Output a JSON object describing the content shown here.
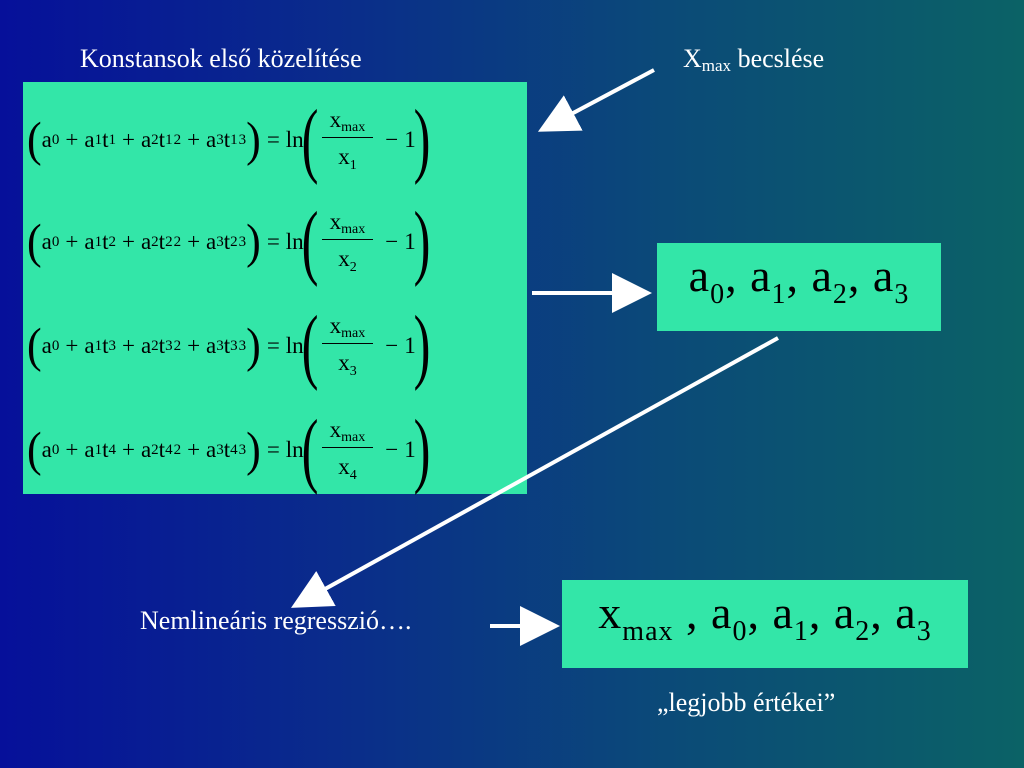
{
  "titles": {
    "left": "Konstansok első közelítése",
    "right_main": "X",
    "right_sub": "max",
    "right_rest": " becslése"
  },
  "equations": [
    {
      "t": "1",
      "x": "1"
    },
    {
      "t": "2",
      "x": "2"
    },
    {
      "t": "3",
      "x": "3"
    },
    {
      "t": "4",
      "x": "4"
    }
  ],
  "eq_symbols": {
    "a": "a",
    "t": "t",
    "x": "x",
    "ln": "ln",
    "max": "max",
    "plus": "+",
    "minus": "−",
    "equals": "=",
    "one": "1",
    "sub0": "0",
    "sub1": "1",
    "sub2": "2",
    "sub3": "3",
    "pow2": "2",
    "pow3": "3"
  },
  "result": {
    "a": "a",
    "subs": [
      "0",
      "1",
      "2",
      "3"
    ],
    "sep": ","
  },
  "final": {
    "x": "x",
    "max": "max",
    "a": "a",
    "subs": [
      "0",
      "1",
      "2",
      "3"
    ],
    "sep": ","
  },
  "captions": {
    "regression": "Nemlineáris regresszió….",
    "best": "„legjobb értékei”"
  },
  "colors": {
    "box": "#33e6a8",
    "text": "#ffffff",
    "arrow": "#ffffff"
  }
}
